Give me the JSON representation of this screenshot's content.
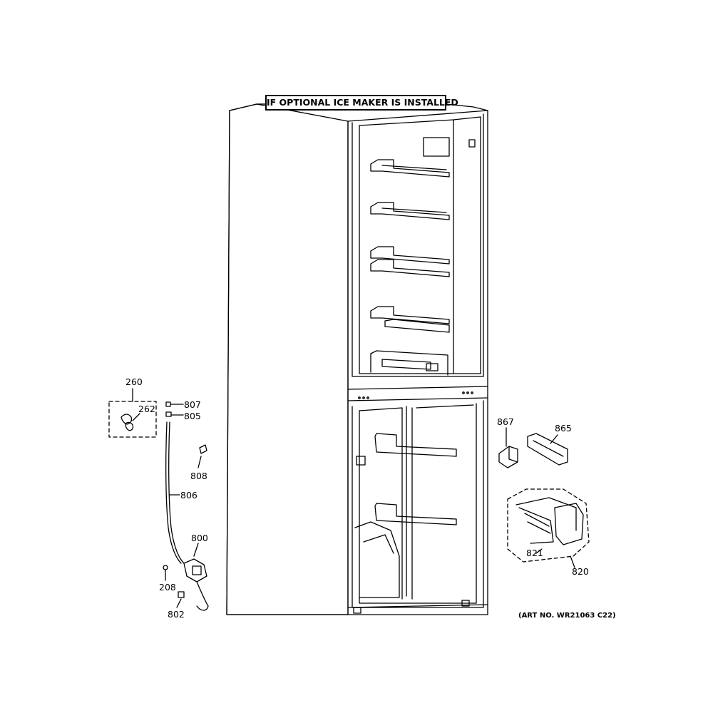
{
  "banner": {
    "text": "IF OPTIONAL ICE MAKER IS INSTALLED"
  },
  "callouts": {
    "c260": "260",
    "c262": "262",
    "c807": "807",
    "c805": "805",
    "c808": "808",
    "c806": "806",
    "c800": "800",
    "c208": "208",
    "c802": "802",
    "c867": "867",
    "c865": "865",
    "c821": "821",
    "c820": "820"
  },
  "art_number": "(ART NO. WR21063 C22)",
  "colors": {
    "line": "#000000",
    "background": "#ffffff"
  }
}
